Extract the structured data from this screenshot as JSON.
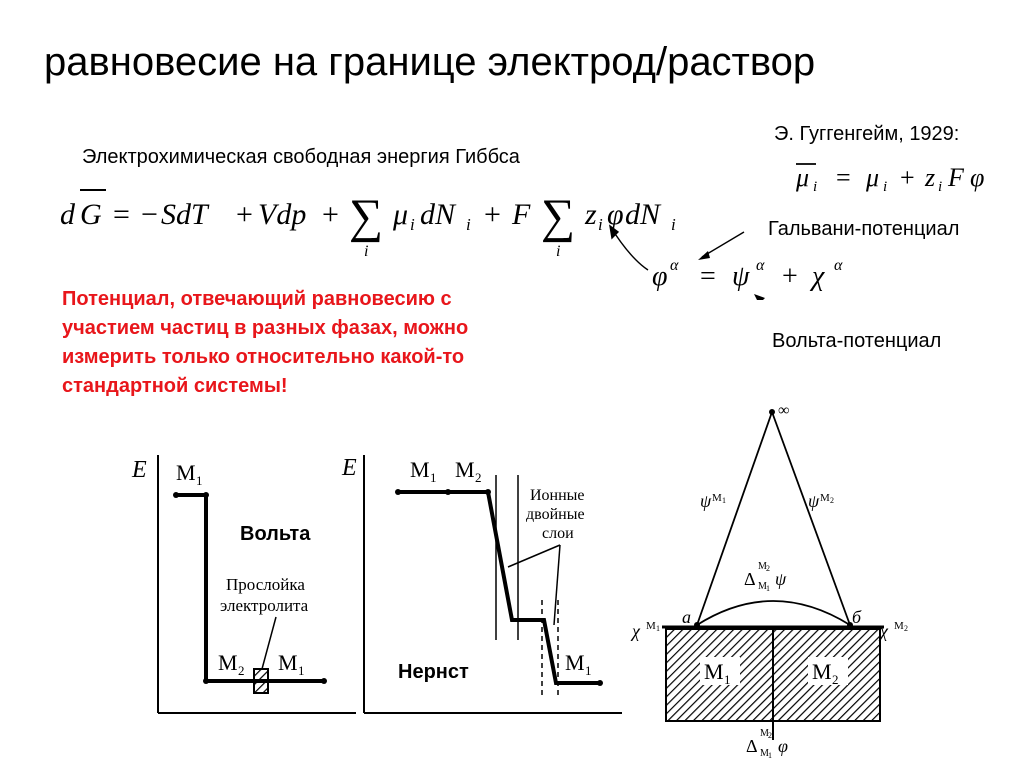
{
  "slide": {
    "title": "равновесие на границе электрод/раствор",
    "gibbs_label": "Электрохимическая свободная энергия Гиббса",
    "guggenheim_label": "Э. Гуггенгейм, 1929:",
    "galvani_label": "Гальвани-потенциал",
    "volta_label": "Вольта-потенциал",
    "note_lines": [
      "Потенциал, отвечающий равновесию с",
      "участием  частиц в разных фазах, можно",
      "измерить только относительно какой-то",
      "стандартной системы!"
    ]
  },
  "equations": {
    "gibbs": {
      "d": "d",
      "G": "G",
      "eq": "=",
      "minus": "−",
      "SdT": "SdT",
      "plus1": "+",
      "Vdp": "Vdp",
      "plus2": "+",
      "sum": "∑",
      "mu": "μ",
      "sub_i": "i",
      "dN": "dN",
      "plus3": "+",
      "F": "F",
      "z": "z",
      "phi": "φ"
    },
    "echem": {
      "mu": "μ",
      "i": "i",
      "eq": "=",
      "plus": "+",
      "z": "z",
      "F": "F",
      "phi": "φ"
    },
    "galvani": {
      "phi": "φ",
      "alpha": "α",
      "eq": "=",
      "psi": "ψ",
      "plus": "+",
      "chi": "χ"
    }
  },
  "diagram_volta": {
    "E": "E",
    "M1_top": "M",
    "M1_top_sub": "1",
    "title": "Вольта",
    "layer_line1": "Прослойка",
    "layer_line2": "электролита",
    "M2": "M",
    "M2_sub": "2",
    "M1_bottom": "M",
    "M1_bottom_sub": "1"
  },
  "diagram_nernst": {
    "E": "E",
    "M1": "M",
    "M1_sub": "1",
    "M2": "M",
    "M2_sub": "2",
    "ion_line1": "Ионные",
    "ion_line2": "двойные",
    "ion_line3": "слои",
    "title": "Нернст",
    "M1_bottom": "M",
    "M1_bottom_sub": "1"
  },
  "diagram_cone": {
    "infinity": "∞",
    "psi": "ψ",
    "M1": "M",
    "M1_sub": "1",
    "M2": "M",
    "M2_sub": "2",
    "delta": "Δ",
    "delta_sub": "M",
    "delta_sub_num": "1",
    "delta_sup": "M",
    "delta_sup_num": "2",
    "a": "a",
    "b": "б",
    "chi": "χ",
    "phi": "φ"
  }
}
